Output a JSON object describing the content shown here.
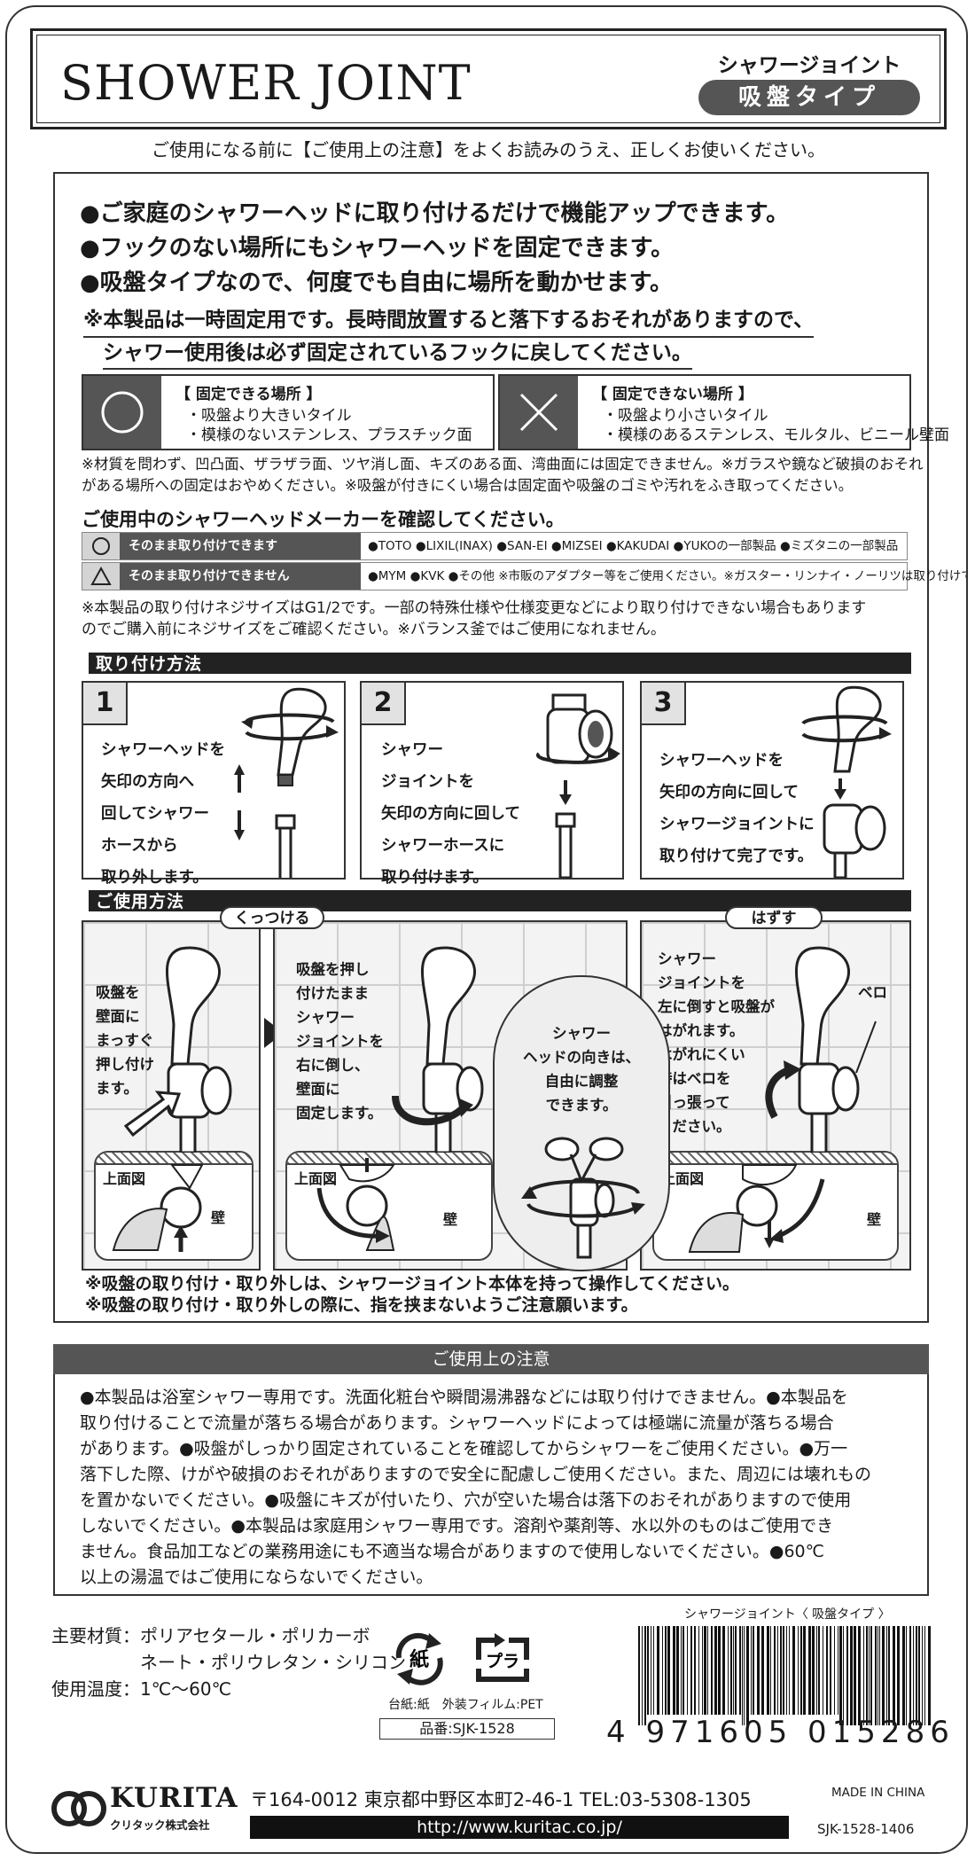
{
  "header": {
    "title_en": "SHOWER JOINT",
    "title_jp": "シャワージョイント",
    "type_label": "吸盤タイプ"
  },
  "pre_note": "ご使用になる前に【ご使用上の注意】をよくお読みのうえ、正しくお使いください。",
  "features": [
    "●ご家庭のシャワーヘッドに取り付けるだけで機能アップできます。",
    "●フックのない場所にもシャワーヘッドを固定できます。",
    "●吸盤タイプなので、何度でも自由に場所を動かせます。"
  ],
  "warning": [
    "※本製品は一時固定用です。長時間放置すると落下するおそれがありますので、",
    "シャワー使用後は必ず固定されているフックに戻してください。"
  ],
  "places": {
    "ok": {
      "heading": "【 固定できる場所 】",
      "items": [
        "・吸盤より大きいタイル",
        "・模様のないステンレス、プラスチック面"
      ]
    },
    "ng": {
      "heading": "【 固定できない場所 】",
      "items": [
        "・吸盤より小さいタイル",
        "・模様のあるステンレス、モルタル、ビニール壁面"
      ]
    }
  },
  "material_note": [
    "※材質を問わず、凹凸面、ザラザラ面、ツヤ消し面、キズのある面、湾曲面には固定できません。※ガラスや鏡など破損のおそれ",
    "がある場所への固定はおやめください。※吸盤が付きにくい場合は固定面や吸盤のゴミや汚れをふき取ってください。"
  ],
  "makers": {
    "heading": "ご使用中のシャワーヘッドメーカーを確認してください。",
    "rows": [
      {
        "symbol": "○",
        "label": "そのまま取り付けできます",
        "text": "●TOTO ●LIXIL(INAX) ●SAN-EI ●MIZSEI ●KAKUDAI ●YUKOの一部製品 ●ミズタニの一部製品"
      },
      {
        "symbol": "△",
        "label": "そのまま取り付けできません",
        "text": "●MYM ●KVK ●その他 ※市販のアダプター等をご使用ください。※ガスター・リンナイ・ノーリツは取り付けできません。"
      }
    ]
  },
  "thread_note": [
    "※本製品の取り付けネジサイズはG1/2です。一部の特殊仕様や仕様変更などにより取り付けできない場合もあります",
    "のでご購入前にネジサイズをご確認ください。※バランス釜ではご使用になれません。"
  ],
  "install": {
    "heading": "取り付け方法",
    "steps": [
      {
        "num": "1",
        "lines": [
          "シャワーヘッドを",
          "矢印の方向へ",
          "回してシャワー",
          "ホースから",
          "取り外します。"
        ]
      },
      {
        "num": "2",
        "lines": [
          "シャワー",
          "ジョイントを",
          "矢印の方向に回して",
          "シャワーホースに",
          "取り付けます。"
        ]
      },
      {
        "num": "3",
        "lines": [
          "シャワーヘッドを",
          "矢印の方向に回して",
          "シャワージョイントに",
          "取り付けて完了です。"
        ]
      }
    ]
  },
  "usage": {
    "heading": "ご使用方法",
    "attach_label": "くっつける",
    "detach_label": "はずす",
    "panel1_lines": [
      "吸盤を",
      "壁面に",
      "まっすぐ",
      "押し付け",
      "ます。"
    ],
    "panel2_lines": [
      "吸盤を押し",
      "付けたまま",
      "シャワー",
      "ジョイントを",
      "右に倒し、",
      "壁面に",
      "固定します。"
    ],
    "oval_lines": [
      "シャワー",
      "ヘッドの向きは、",
      "自由に調整",
      "できます。"
    ],
    "panel3_lines": [
      "シャワー",
      "ジョイントを",
      "左に倒すと吸盤が",
      "はがれます。",
      "はがれにくい",
      "時はベロを",
      "引っ張って",
      "ください。"
    ],
    "tab_label": "ベロ",
    "top_view": "上面図",
    "wall": "壁",
    "notes": [
      "※吸盤の取り付け・取り外しは、シャワージョイント本体を持って操作してください。",
      "※吸盤の取り付け・取り外しの際に、指を挟まないようご注意願います。"
    ]
  },
  "caution": {
    "heading": "ご使用上の注意",
    "lines": [
      "●本製品は浴室シャワー専用です。洗面化粧台や瞬間湯沸器などには取り付けできません。●本製品を",
      "取り付けることで流量が落ちる場合があります。シャワーヘッドによっては極端に流量が落ちる場合",
      "があります。●吸盤がしっかり固定されていることを確認してからシャワーをご使用ください。●万一",
      "落下した際、けがや破損のおそれがありますので安全に配慮しご使用ください。また、周辺には壊れもの",
      "を置かないでください。●吸盤にキズが付いたり、穴が空いた場合は落下のおそれがありますので使用",
      "しないでください。●本製品は家庭用シャワー専用です。溶剤や薬剤等、水以外のものはご使用でき",
      "ません。食品加工などの業務用途にも不適当な場合がありますので使用しないでください。●60℃",
      "以上の湯温ではご使用にならないでください。"
    ]
  },
  "specs": {
    "lines": [
      "主要材質：ポリアセタール・ポリカーボ",
      "　　　　　ネート・ポリウレタン・シリコン",
      "使用温度：1℃～60℃"
    ],
    "recycle_paper": "紙",
    "recycle_plastic": "プラ",
    "recycle_label": "台紙:紙　外装フィルム:PET",
    "part_no": "品番:SJK-1528"
  },
  "barcode": {
    "label": "シャワージョイント〈 吸盤タイプ 〉",
    "number": "4 971605 015286"
  },
  "footer": {
    "brand": "KURITA",
    "brand_jp": "クリタック株式会社",
    "address": "〒164-0012 東京都中野区本町2-46-1 TEL:03-5308-1305",
    "url": "http://www.kuritac.co.jp/",
    "made_in": "MADE IN CHINA",
    "code": "SJK-1528-1406"
  },
  "colors": {
    "dark_gray": "#555555",
    "black": "#222222",
    "light_gray": "#d4d4d4"
  }
}
